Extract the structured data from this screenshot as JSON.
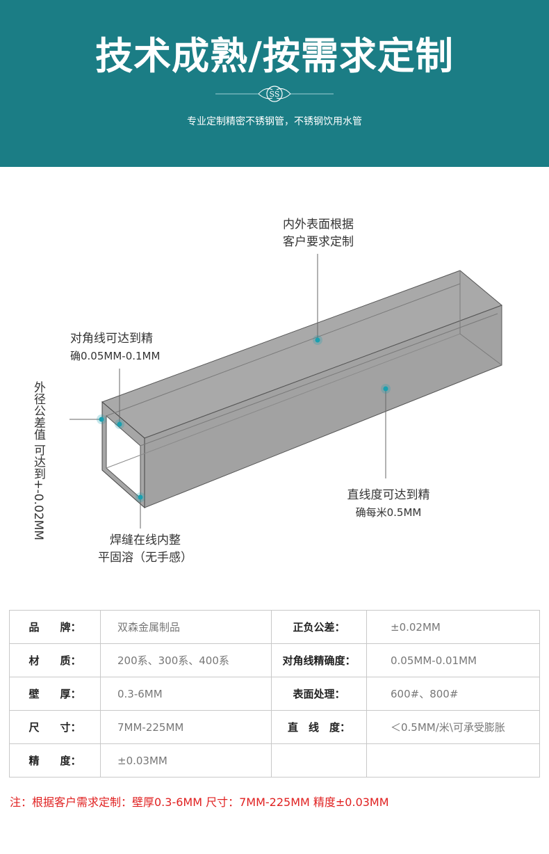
{
  "header": {
    "title": "技术成熟/按需求定制",
    "emblem_text": "SS",
    "subtitle": "专业定制精密不锈钢管，不锈钢饮用水管"
  },
  "diagram": {
    "callout_surface": [
      "内外表面根据",
      "客户要求定制"
    ],
    "callout_diagonal": [
      "对角线可达到精",
      "确0.05MM-0.1MM"
    ],
    "callout_outer_diameter": [
      "外径公差值",
      "可达到+-0.02MM"
    ],
    "callout_straightness": [
      "直线度可达到精",
      "确每米0.5MM"
    ],
    "callout_weld": [
      "焊缝在线内整",
      "平固溶（无手感）"
    ]
  },
  "specs": {
    "rows": [
      {
        "k1": "品　　牌：",
        "v1": "双森金属制品",
        "k2": "正负公差：",
        "v2": "±0.02MM"
      },
      {
        "k1": "材　　质：",
        "v1": "200系、300系、400系",
        "k2": "对角线精确度：",
        "v2": "0.05MM-0.01MM"
      },
      {
        "k1": "壁　　厚：",
        "v1": "0.3-6MM",
        "k2": "表面处理：",
        "v2": "600#、800#"
      },
      {
        "k1": "尺　　寸：",
        "v1": "7MM-225MM",
        "k2": "直　线　度：",
        "v2": "＜0.5MM/米\\可承受膨胀"
      },
      {
        "k1": "精　　度：",
        "v1": "±0.03MM",
        "k2": "",
        "v2": ""
      }
    ]
  },
  "note": "注：根据客户需求定制：壁厚0.3-6MM  尺寸：7MM-225MM  精度±0.03MM",
  "colors": {
    "header_bg": "#1b7d85",
    "tube_face": "#a6a6a6",
    "marker": "#1aa0b0",
    "note_red": "#e02020"
  }
}
